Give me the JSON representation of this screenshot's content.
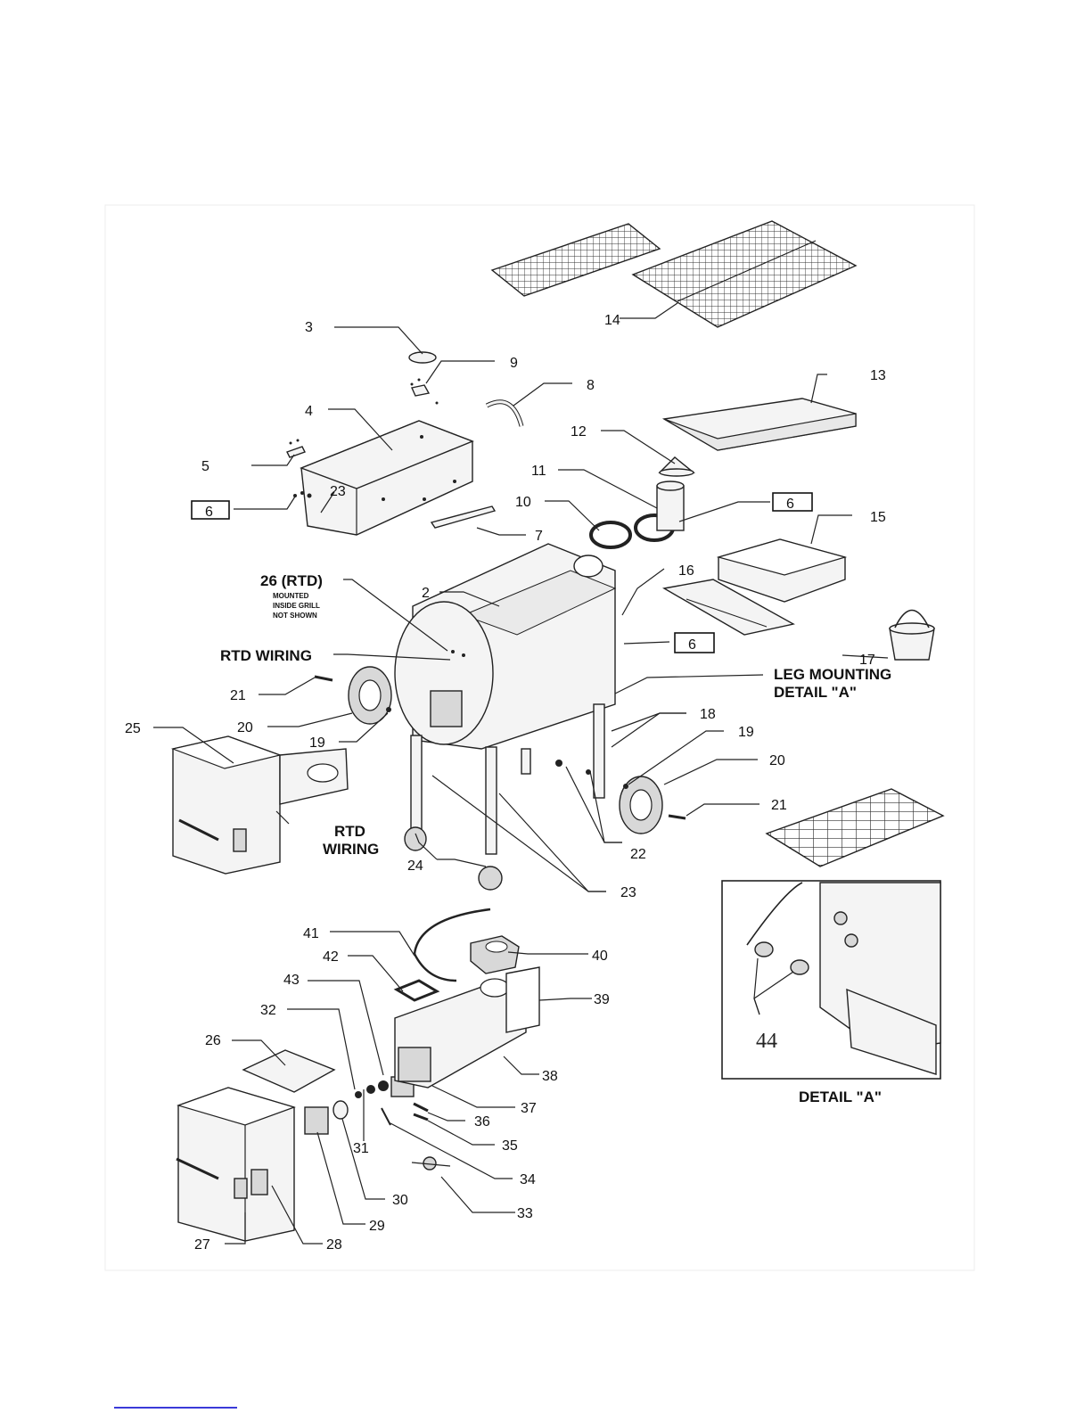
{
  "labels": {
    "n2": "2",
    "n3": "3",
    "n4": "4",
    "n5": "5",
    "n6a": "6",
    "n6b": "6",
    "n6c": "6",
    "n7": "7",
    "n8": "8",
    "n9": "9",
    "n10": "10",
    "n11": "11",
    "n12": "12",
    "n13": "13",
    "n14": "14",
    "n15": "15",
    "n16": "16",
    "n17": "17",
    "n18": "18",
    "n19a": "19",
    "n19b": "19",
    "n20a": "20",
    "n20b": "20",
    "n21a": "21",
    "n21b": "21",
    "n22": "22",
    "n23a": "23",
    "n23b": "23",
    "n24": "24",
    "n25": "25",
    "n26a": "26",
    "n26b": "26",
    "n27": "27",
    "n28": "28",
    "n29": "29",
    "n30": "30",
    "n31": "31",
    "n32": "32",
    "n33": "33",
    "n34": "34",
    "n35": "35",
    "n36": "36",
    "n37": "37",
    "n38": "38",
    "n39": "39",
    "n40": "40",
    "n41": "41",
    "n42": "42",
    "n43": "43",
    "n44": "44"
  },
  "notes": {
    "rtd_title": "26 (RTD)",
    "rtd_sub1": "MOUNTED",
    "rtd_sub2": "INSIDE GRILL",
    "rtd_sub3": "NOT SHOWN",
    "rtd_wiring": "RTD WIRING",
    "rtd_wiring2a": "RTD",
    "rtd_wiring2b": "WIRING",
    "leg1": "LEG MOUNTING",
    "leg2": "DETAIL \"A\"",
    "detail_caption": "DETAIL \"A\""
  }
}
